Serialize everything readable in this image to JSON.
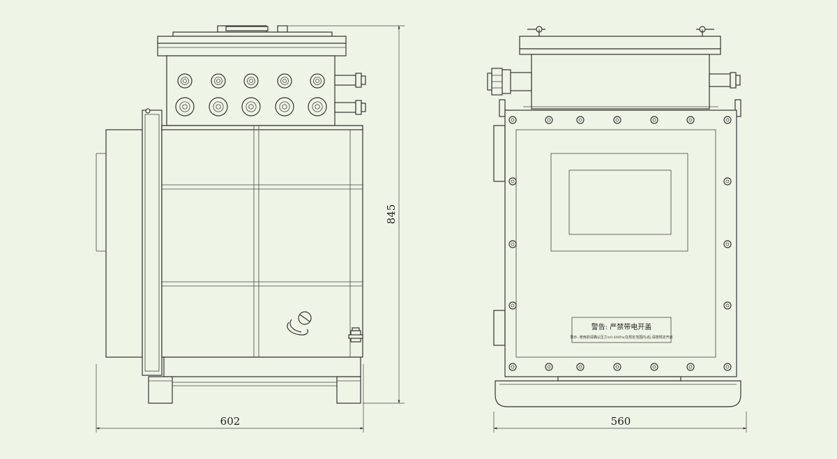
{
  "dimensions": {
    "side_width": "602",
    "height": "845",
    "front_width": "560"
  },
  "labels": {
    "warning_title": "警告: 严禁带电开盖",
    "warning_note": "警示: 使用前请确认压力≥0.6MPa(在规定范围内)后,请按规定开启"
  },
  "colors": {
    "background": "#eef5e6",
    "line": "#333333"
  }
}
